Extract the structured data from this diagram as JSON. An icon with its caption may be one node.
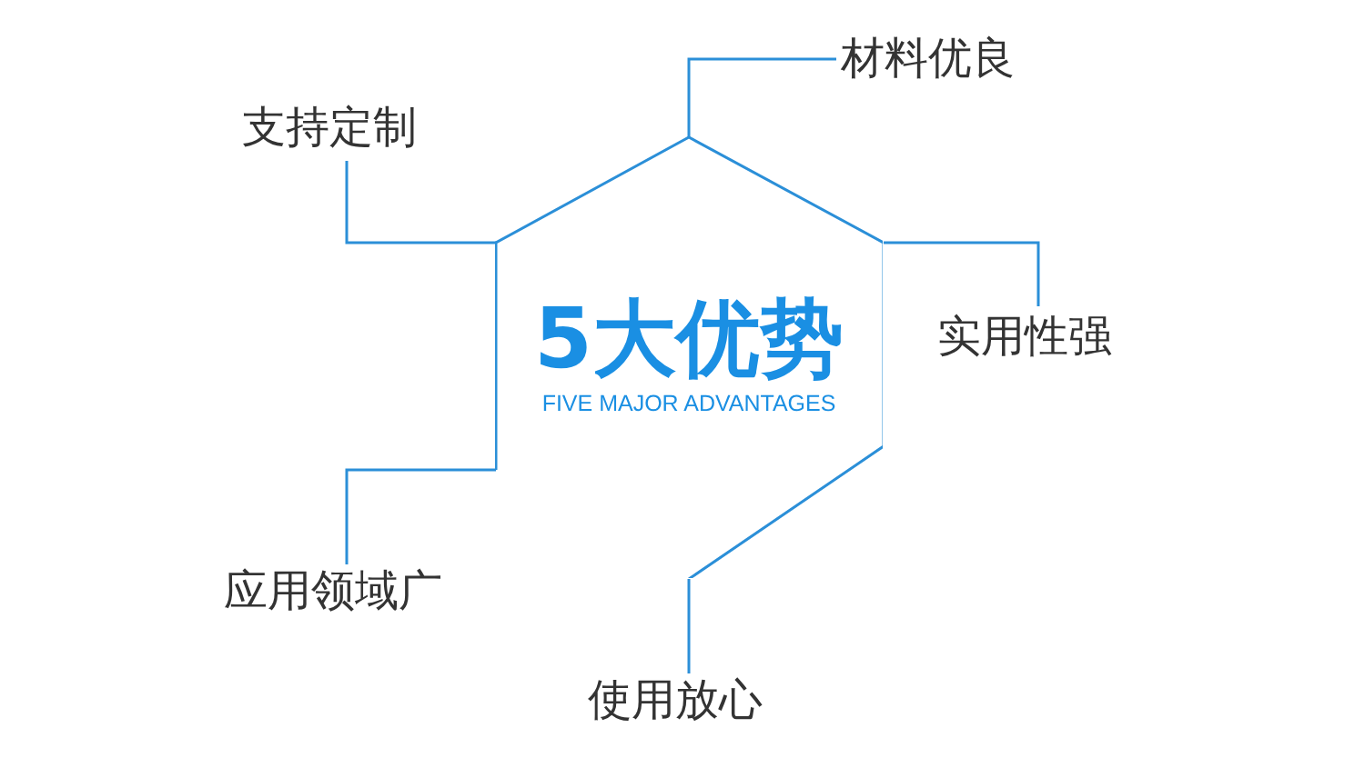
{
  "diagram": {
    "nodes": [
      {
        "text": [
          "5大优势",
          "FIVE MAJOR ADVANTAGES"
        ]
      },
      {
        "text": [
          "材料优良"
        ]
      },
      {
        "text": [
          "支持定制"
        ]
      },
      {
        "text": [
          "实用性强"
        ]
      },
      {
        "text": [
          "应用领域广"
        ]
      },
      {
        "text": [
          "使用放心"
        ]
      }
    ],
    "edges": [
      {
        "from": 0,
        "to": 1,
        "arrow": "none"
      },
      {
        "from": 0,
        "to": 2,
        "arrow": "none"
      },
      {
        "from": 0,
        "to": 3,
        "arrow": "none"
      },
      {
        "from": 0,
        "to": 4,
        "arrow": "none"
      },
      {
        "from": 0,
        "to": 5,
        "arrow": "none"
      }
    ]
  }
}
